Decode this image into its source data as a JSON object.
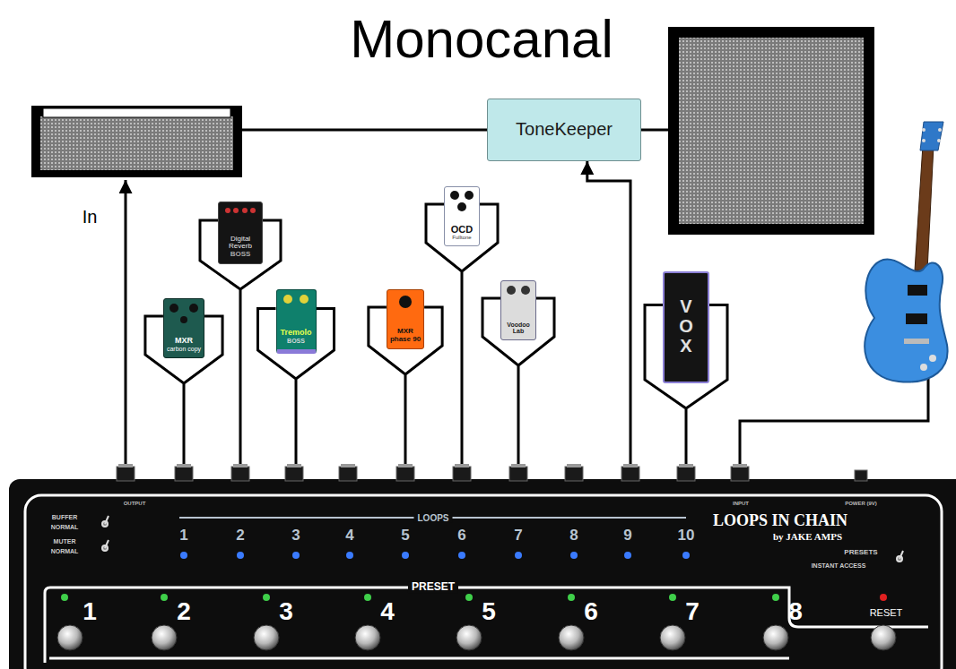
{
  "diagram": {
    "title": "Monocanal",
    "nodes": [
      {
        "text": [
          "ToneKeeper"
        ]
      },
      {
        "text": [
          "MXR",
          "carbon copy"
        ]
      },
      {
        "text": [
          "Digital Reverb",
          "BOSS"
        ]
      },
      {
        "text": [
          "Tremolo",
          "BOSS"
        ]
      },
      {
        "text": [
          "MXR",
          "phase 90"
        ]
      },
      {
        "text": [
          "OCD",
          "Fulltone"
        ]
      },
      {
        "text": [
          "Voodoo Lab"
        ]
      },
      {
        "text": [
          "VOX"
        ]
      },
      {
        "text": [
          "LOOPS IN CHAIN",
          "by JAKE AMPS"
        ]
      }
    ],
    "edges": [
      {
        "from": 8,
        "to": 1,
        "arrow": "none"
      },
      {
        "from": 8,
        "to": 2,
        "arrow": "none"
      },
      {
        "from": 8,
        "to": 3,
        "arrow": "none"
      },
      {
        "from": 8,
        "to": 4,
        "arrow": "none"
      },
      {
        "from": 8,
        "to": 5,
        "arrow": "none"
      },
      {
        "from": 8,
        "to": 6,
        "arrow": "none"
      },
      {
        "from": 8,
        "to": 7,
        "arrow": "none"
      },
      {
        "from": 8,
        "to": 0,
        "arrow": "to"
      }
    ],
    "labels": [
      "In",
      "OUTPUT",
      "BUFFER",
      "NORMAL",
      "MUTER",
      "NORMAL",
      "LOOPS",
      "1",
      "2",
      "3",
      "4",
      "5",
      "6",
      "7",
      "8",
      "9",
      "10",
      "PRESET",
      "1",
      "2",
      "3",
      "4",
      "5",
      "6",
      "7",
      "8",
      "INPUT",
      "POWER (9V)",
      "PRESETS",
      "INSTANT ACCESS",
      "RESET"
    ]
  }
}
